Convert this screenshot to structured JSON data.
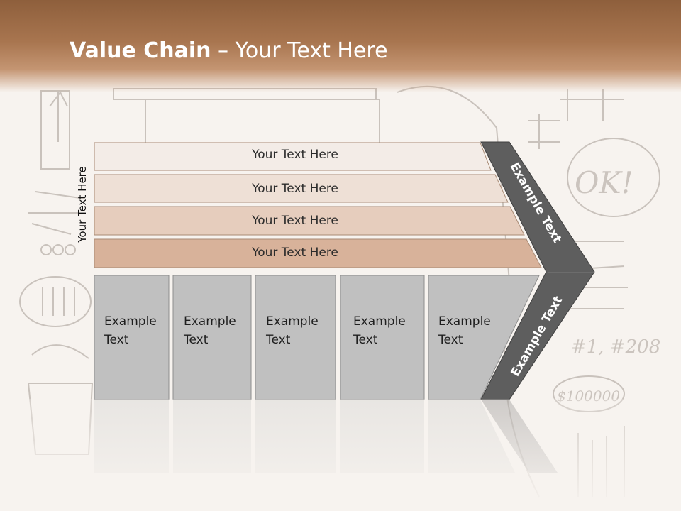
{
  "slide": {
    "title_bold": "Value Chain",
    "title_rest": " – Your Text Here",
    "side_label": "Your Text Here",
    "rows": [
      {
        "label": "Your Text Here"
      },
      {
        "label": "Your Text Here"
      },
      {
        "label": "Your Text Here"
      },
      {
        "label": "Your Text Here"
      }
    ],
    "boxes": [
      {
        "label_line1": "Example",
        "label_line2": "Text"
      },
      {
        "label_line1": "Example",
        "label_line2": "Text"
      },
      {
        "label_line1": "Example",
        "label_line2": "Text"
      },
      {
        "label_line1": "Example",
        "label_line2": "Text"
      },
      {
        "label_line1": "Example",
        "label_line2": "Text"
      }
    ],
    "arrow_top_label": "Example Text",
    "arrow_bottom_label": "Example Text",
    "background_sketch_text": [
      "OK!",
      "#1, #208",
      "$100000"
    ]
  },
  "colors": {
    "header": "#a8754f",
    "row1": "#f3ece7",
    "row2": "#eee0d6",
    "row3": "#e6cdbd",
    "row4": "#d8b29a",
    "box": "#c0c0c0",
    "arrow": "#5e5e5e"
  }
}
